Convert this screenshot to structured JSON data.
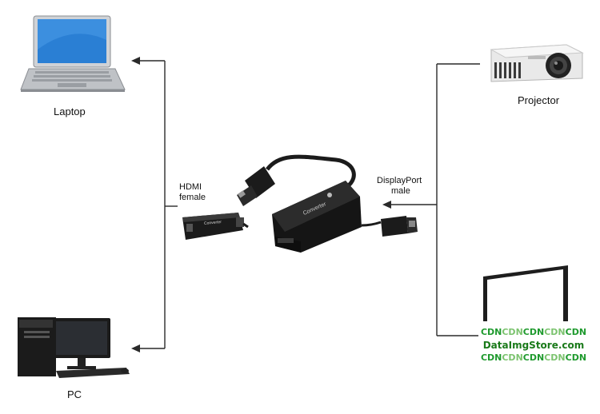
{
  "labels": {
    "laptop": "Laptop",
    "pc": "PC",
    "projector": "Projector",
    "hdmi_line1": "HDMI",
    "hdmi_line2": "female",
    "dp_line1": "DisplayPort",
    "dp_line2": "male",
    "converter_text": "Converter"
  },
  "watermark": {
    "top_segments": [
      "CDN",
      "CDN",
      "CDN",
      "CDN",
      "CDN"
    ],
    "middle": "DataImgStore.com",
    "bottom_segments": [
      "CDN",
      "CDN",
      "CDN",
      "CDN",
      "CDN"
    ]
  },
  "icons": [
    "laptop-icon",
    "desktop-pc-icon",
    "projector-icon",
    "monitor-icon",
    "hdmi-female-adapter-icon",
    "displayport-converter-icon",
    "displayport-male-plug-icon"
  ],
  "colors": {
    "line": "#2a2a2a",
    "device_dark": "#1b1b1b",
    "laptop_screen": "#2a7fd4",
    "watermark_dark": "#1f9a2e",
    "watermark_light": "#7cc36f"
  }
}
